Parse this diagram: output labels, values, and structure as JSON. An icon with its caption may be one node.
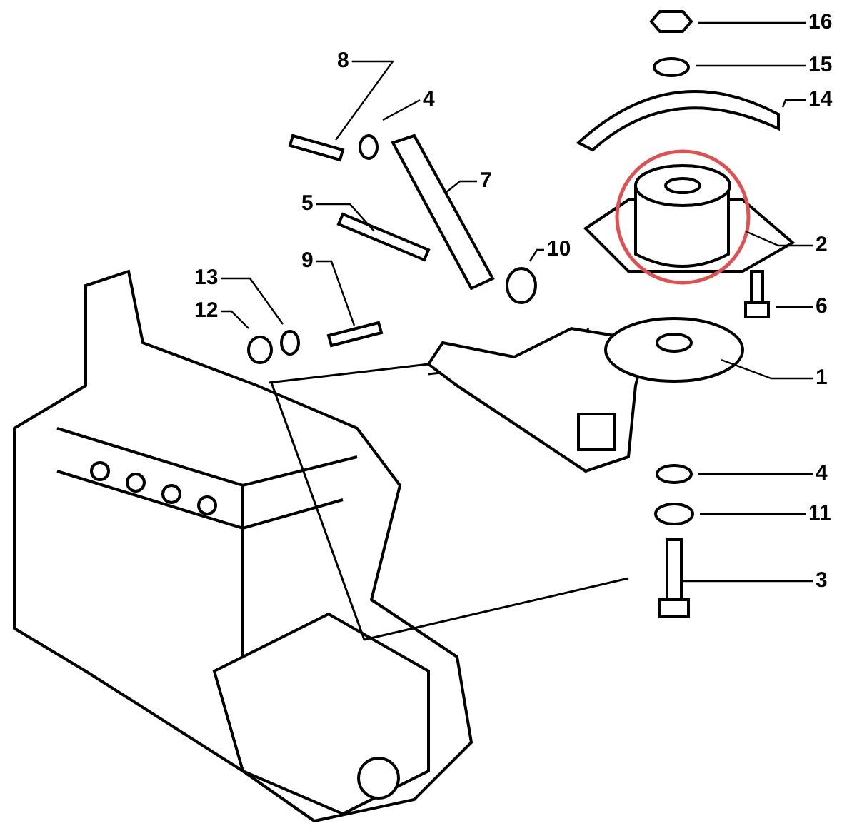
{
  "diagram": {
    "nodes": [
      {
        "text": [
          "16"
        ]
      },
      {
        "text": [
          "8"
        ]
      },
      {
        "text": [
          "15"
        ]
      },
      {
        "text": [
          "14"
        ]
      },
      {
        "text": [
          "4"
        ]
      },
      {
        "text": [
          "7"
        ]
      },
      {
        "text": [
          "5"
        ]
      },
      {
        "text": [
          "2"
        ]
      },
      {
        "text": [
          "10"
        ]
      },
      {
        "text": [
          "9"
        ]
      },
      {
        "text": [
          "13"
        ]
      },
      {
        "text": [
          "6"
        ]
      },
      {
        "text": [
          "12"
        ]
      },
      {
        "text": [
          "1"
        ]
      },
      {
        "text": [
          "4"
        ]
      },
      {
        "text": [
          "11"
        ]
      },
      {
        "text": [
          "3"
        ]
      }
    ],
    "edges": [
      {
        "from": 0,
        "to": null,
        "arrow": "none"
      },
      {
        "from": 1,
        "to": null,
        "arrow": "none"
      },
      {
        "from": 2,
        "to": null,
        "arrow": "none"
      },
      {
        "from": 3,
        "to": null,
        "arrow": "none"
      },
      {
        "from": 4,
        "to": null,
        "arrow": "none"
      },
      {
        "from": 5,
        "to": null,
        "arrow": "none"
      },
      {
        "from": 6,
        "to": null,
        "arrow": "none"
      },
      {
        "from": 7,
        "to": null,
        "arrow": "none"
      },
      {
        "from": 8,
        "to": null,
        "arrow": "none"
      },
      {
        "from": 9,
        "to": null,
        "arrow": "none"
      },
      {
        "from": 10,
        "to": null,
        "arrow": "none"
      },
      {
        "from": 11,
        "to": null,
        "arrow": "none"
      },
      {
        "from": 12,
        "to": null,
        "arrow": "none"
      },
      {
        "from": 13,
        "to": null,
        "arrow": "none"
      },
      {
        "from": 14,
        "to": null,
        "arrow": "none"
      },
      {
        "from": 15,
        "to": null,
        "arrow": "none"
      },
      {
        "from": 16,
        "to": null,
        "arrow": "none"
      }
    ]
  }
}
